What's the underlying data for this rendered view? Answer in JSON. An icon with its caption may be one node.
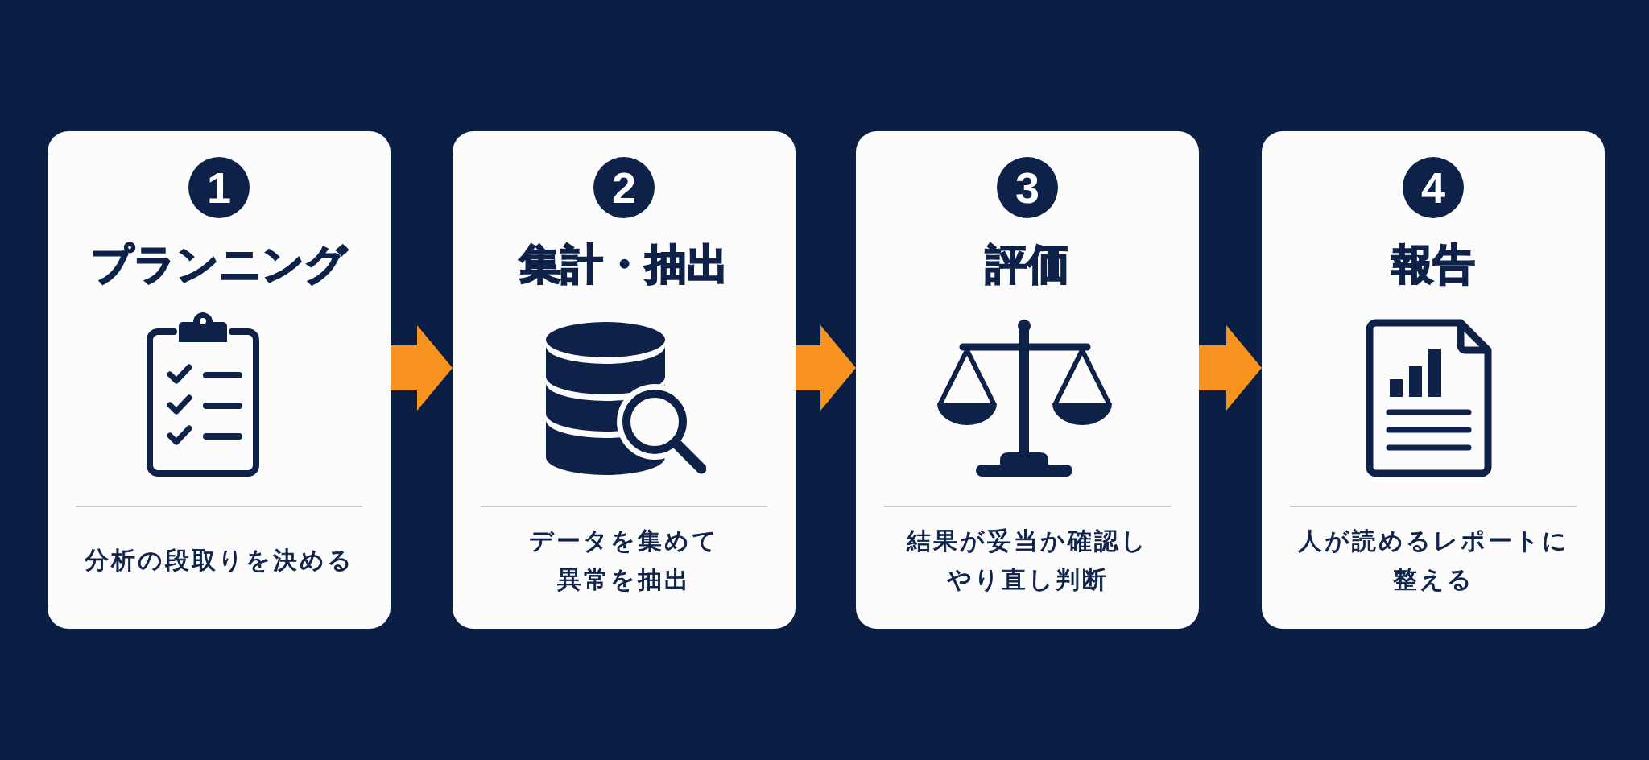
{
  "diagram": {
    "nodes": [
      {
        "text": [
          "プランニング",
          "分析の段取りを決める"
        ]
      },
      {
        "text": [
          "1"
        ],
        "in": 0
      },
      {
        "text": [
          "集計・抽出",
          "データを集めて異常を抽出"
        ]
      },
      {
        "text": [
          "2"
        ],
        "in": 2
      },
      {
        "text": [
          "評価",
          "結果が妥当か確認しやり直し判断"
        ]
      },
      {
        "text": [
          "3"
        ],
        "in": 4
      },
      {
        "text": [
          "報告",
          "人が読めるレポートに整える"
        ]
      },
      {
        "text": [
          "4"
        ],
        "in": 6
      }
    ],
    "edges": [
      {
        "from": 0,
        "to": 2,
        "arrow": "to"
      },
      {
        "from": 2,
        "to": 4,
        "arrow": "to"
      },
      {
        "from": 4,
        "to": 6,
        "arrow": "to"
      }
    ]
  }
}
